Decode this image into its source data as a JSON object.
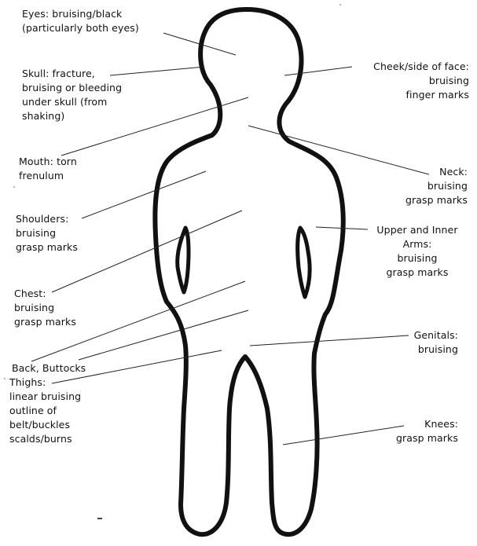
{
  "colors": {
    "background": "#ffffff",
    "outline": "#111111",
    "text": "#111111"
  },
  "labels": {
    "eyes": {
      "line1": "Eyes: bruising/black",
      "line2": "(particularly both eyes)"
    },
    "skull": {
      "line1": "Skull: fracture,",
      "line2": "bruising or bleeding",
      "line3": "under skull (from",
      "line4": "shaking)"
    },
    "mouth": {
      "line1": "Mouth: torn",
      "line2": "frenulum"
    },
    "shoulders": {
      "line1": "Shoulders:",
      "line2": "bruising",
      "line3": "grasp marks"
    },
    "chest": {
      "line1": "Chest:",
      "line2": "bruising",
      "line3": "grasp marks"
    },
    "back": {
      "line1": "Back, Buttocks"
    },
    "thighs": {
      "line1": "Thighs:",
      "line2": "linear bruising",
      "line3": "outline of",
      "line4": "belt/buckles",
      "line5": "scalds/burns"
    },
    "cheek": {
      "line1": "Cheek/side of face:",
      "line2": "bruising",
      "line3": "finger marks"
    },
    "neck": {
      "line1": "Neck:",
      "line2": "bruising",
      "line3": "grasp marks"
    },
    "arms": {
      "line1": "Upper and Inner",
      "line2": "Arms:",
      "line3": "bruising",
      "line4": "grasp marks"
    },
    "genitals": {
      "line1": "Genitals:",
      "line2": "bruising"
    },
    "knees": {
      "line1": "Knees:",
      "line2": "grasp marks"
    }
  }
}
